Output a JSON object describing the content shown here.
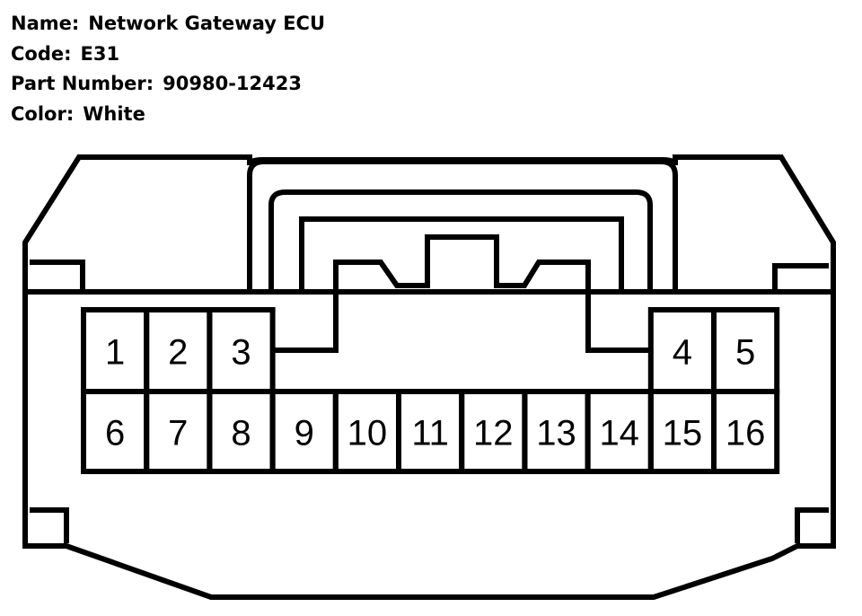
{
  "connector": {
    "name_label": "Name:",
    "name_value": "Network Gateway ECU",
    "code_label": "Code:",
    "code_value": "E31",
    "part_label": "Part Number:",
    "part_value": "90980-12423",
    "color_label": "Color:",
    "color_value": "White"
  },
  "pins": {
    "top_left": [
      "1",
      "2",
      "3"
    ],
    "top_right": [
      "4",
      "5"
    ],
    "bottom": [
      "6",
      "7",
      "8",
      "9",
      "10",
      "11",
      "12",
      "13",
      "14",
      "15",
      "16"
    ]
  }
}
